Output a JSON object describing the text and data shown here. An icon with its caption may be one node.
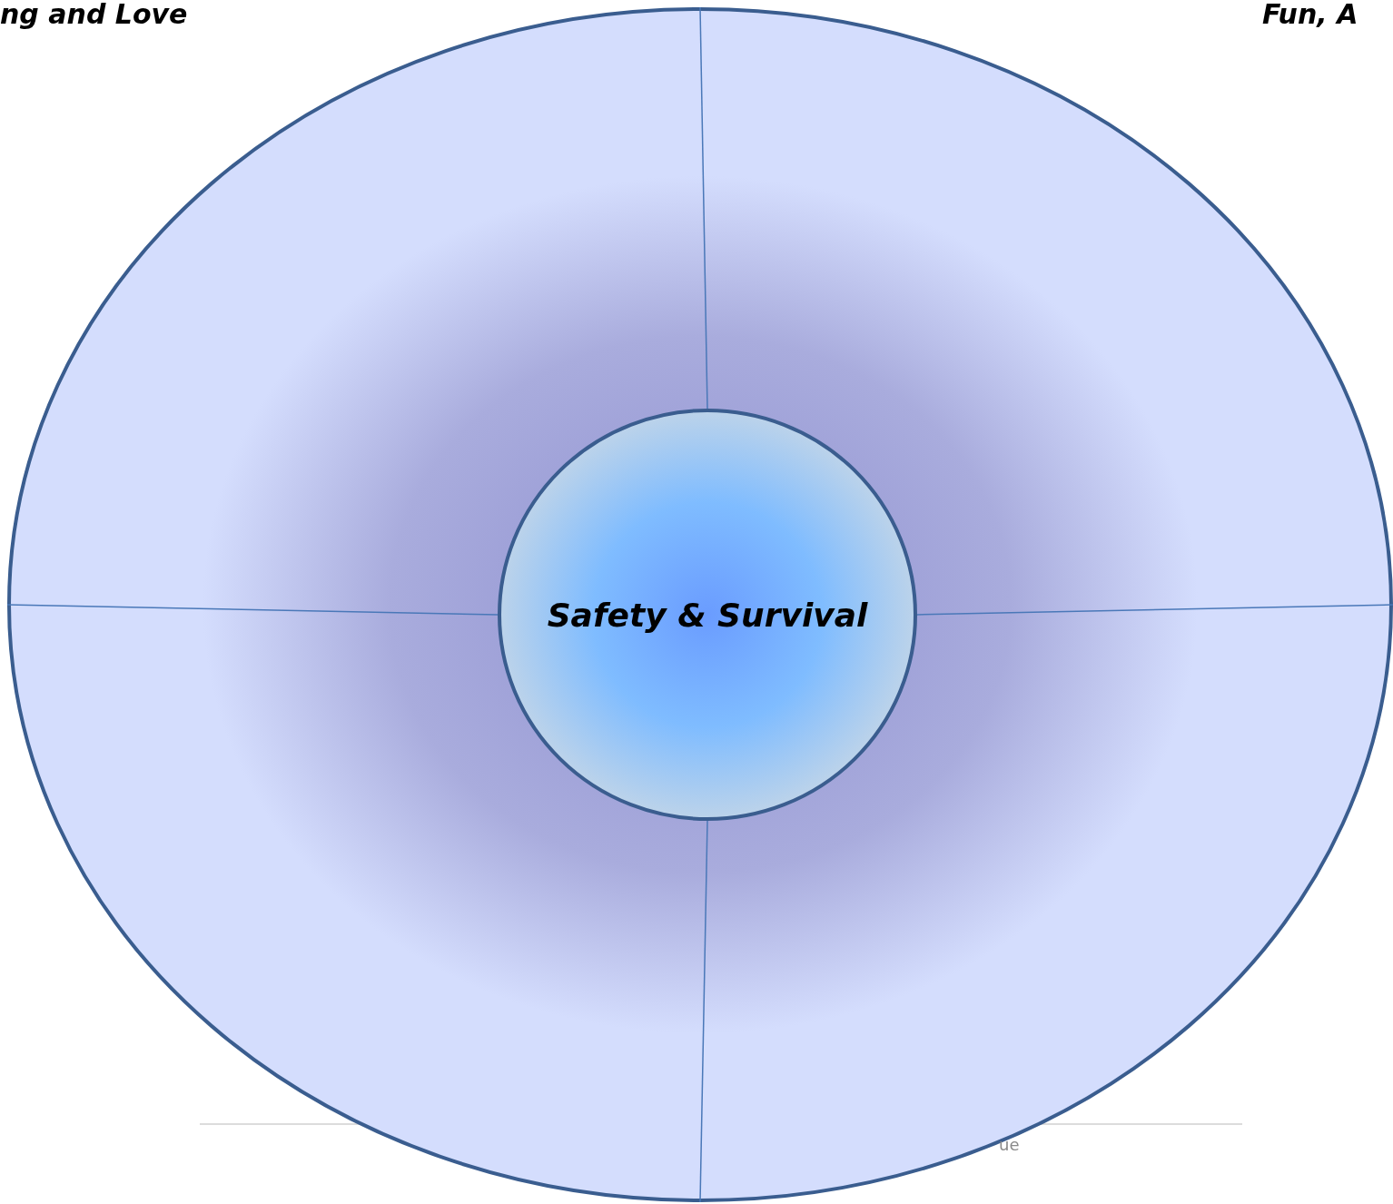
{
  "diagram": {
    "nodes": [
      {
        "text": [],
        "shape": "ellipse"
      },
      {
        "text": [
          "Safety & Survival"
        ],
        "in": 0
      }
    ],
    "edges": [
      {
        "from": 1,
        "to": 0,
        "arrow": "none"
      },
      {
        "from": 1,
        "to": 0,
        "arrow": "none"
      },
      {
        "from": 1,
        "to": 0,
        "arrow": "none"
      },
      {
        "from": 1,
        "to": 0,
        "arrow": "none"
      }
    ],
    "labels": [
      "ng and Love",
      "Fun, A",
      "ue"
    ]
  }
}
